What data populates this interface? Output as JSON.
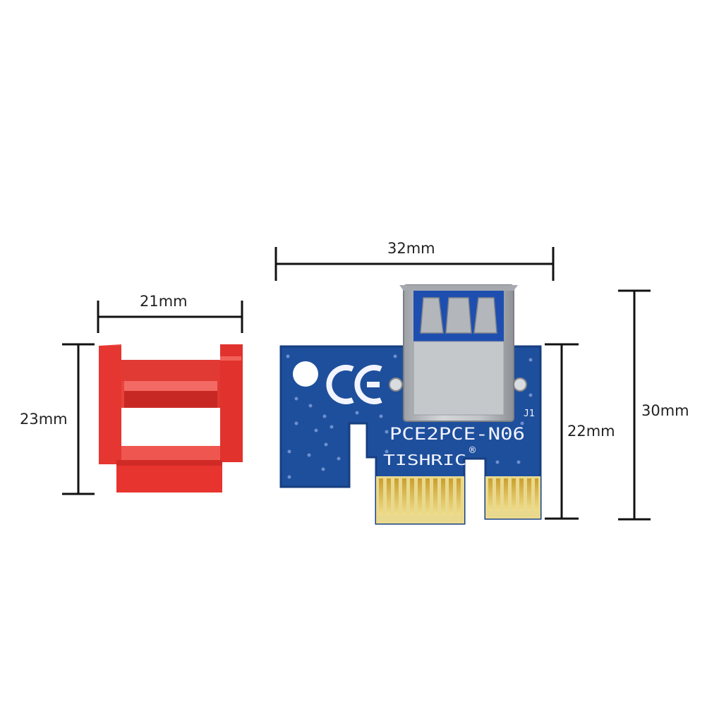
{
  "labels": {
    "bracket_width": "21mm",
    "bracket_height": "23mm",
    "board_width": "32mm",
    "board_height": "22mm",
    "total_height": "30mm"
  },
  "board": {
    "model": "PCE2PCE-N06",
    "brand": "TISHRIC",
    "registered": "®",
    "connector_ref": "J1",
    "ce_mark": "CE"
  },
  "colors": {
    "bracket": "#e8342f",
    "pcb": "#1e4f9c",
    "gold": "#d9b543",
    "usb_shell": "#b9bcc0",
    "usb_tongue": "#2a63c8"
  }
}
